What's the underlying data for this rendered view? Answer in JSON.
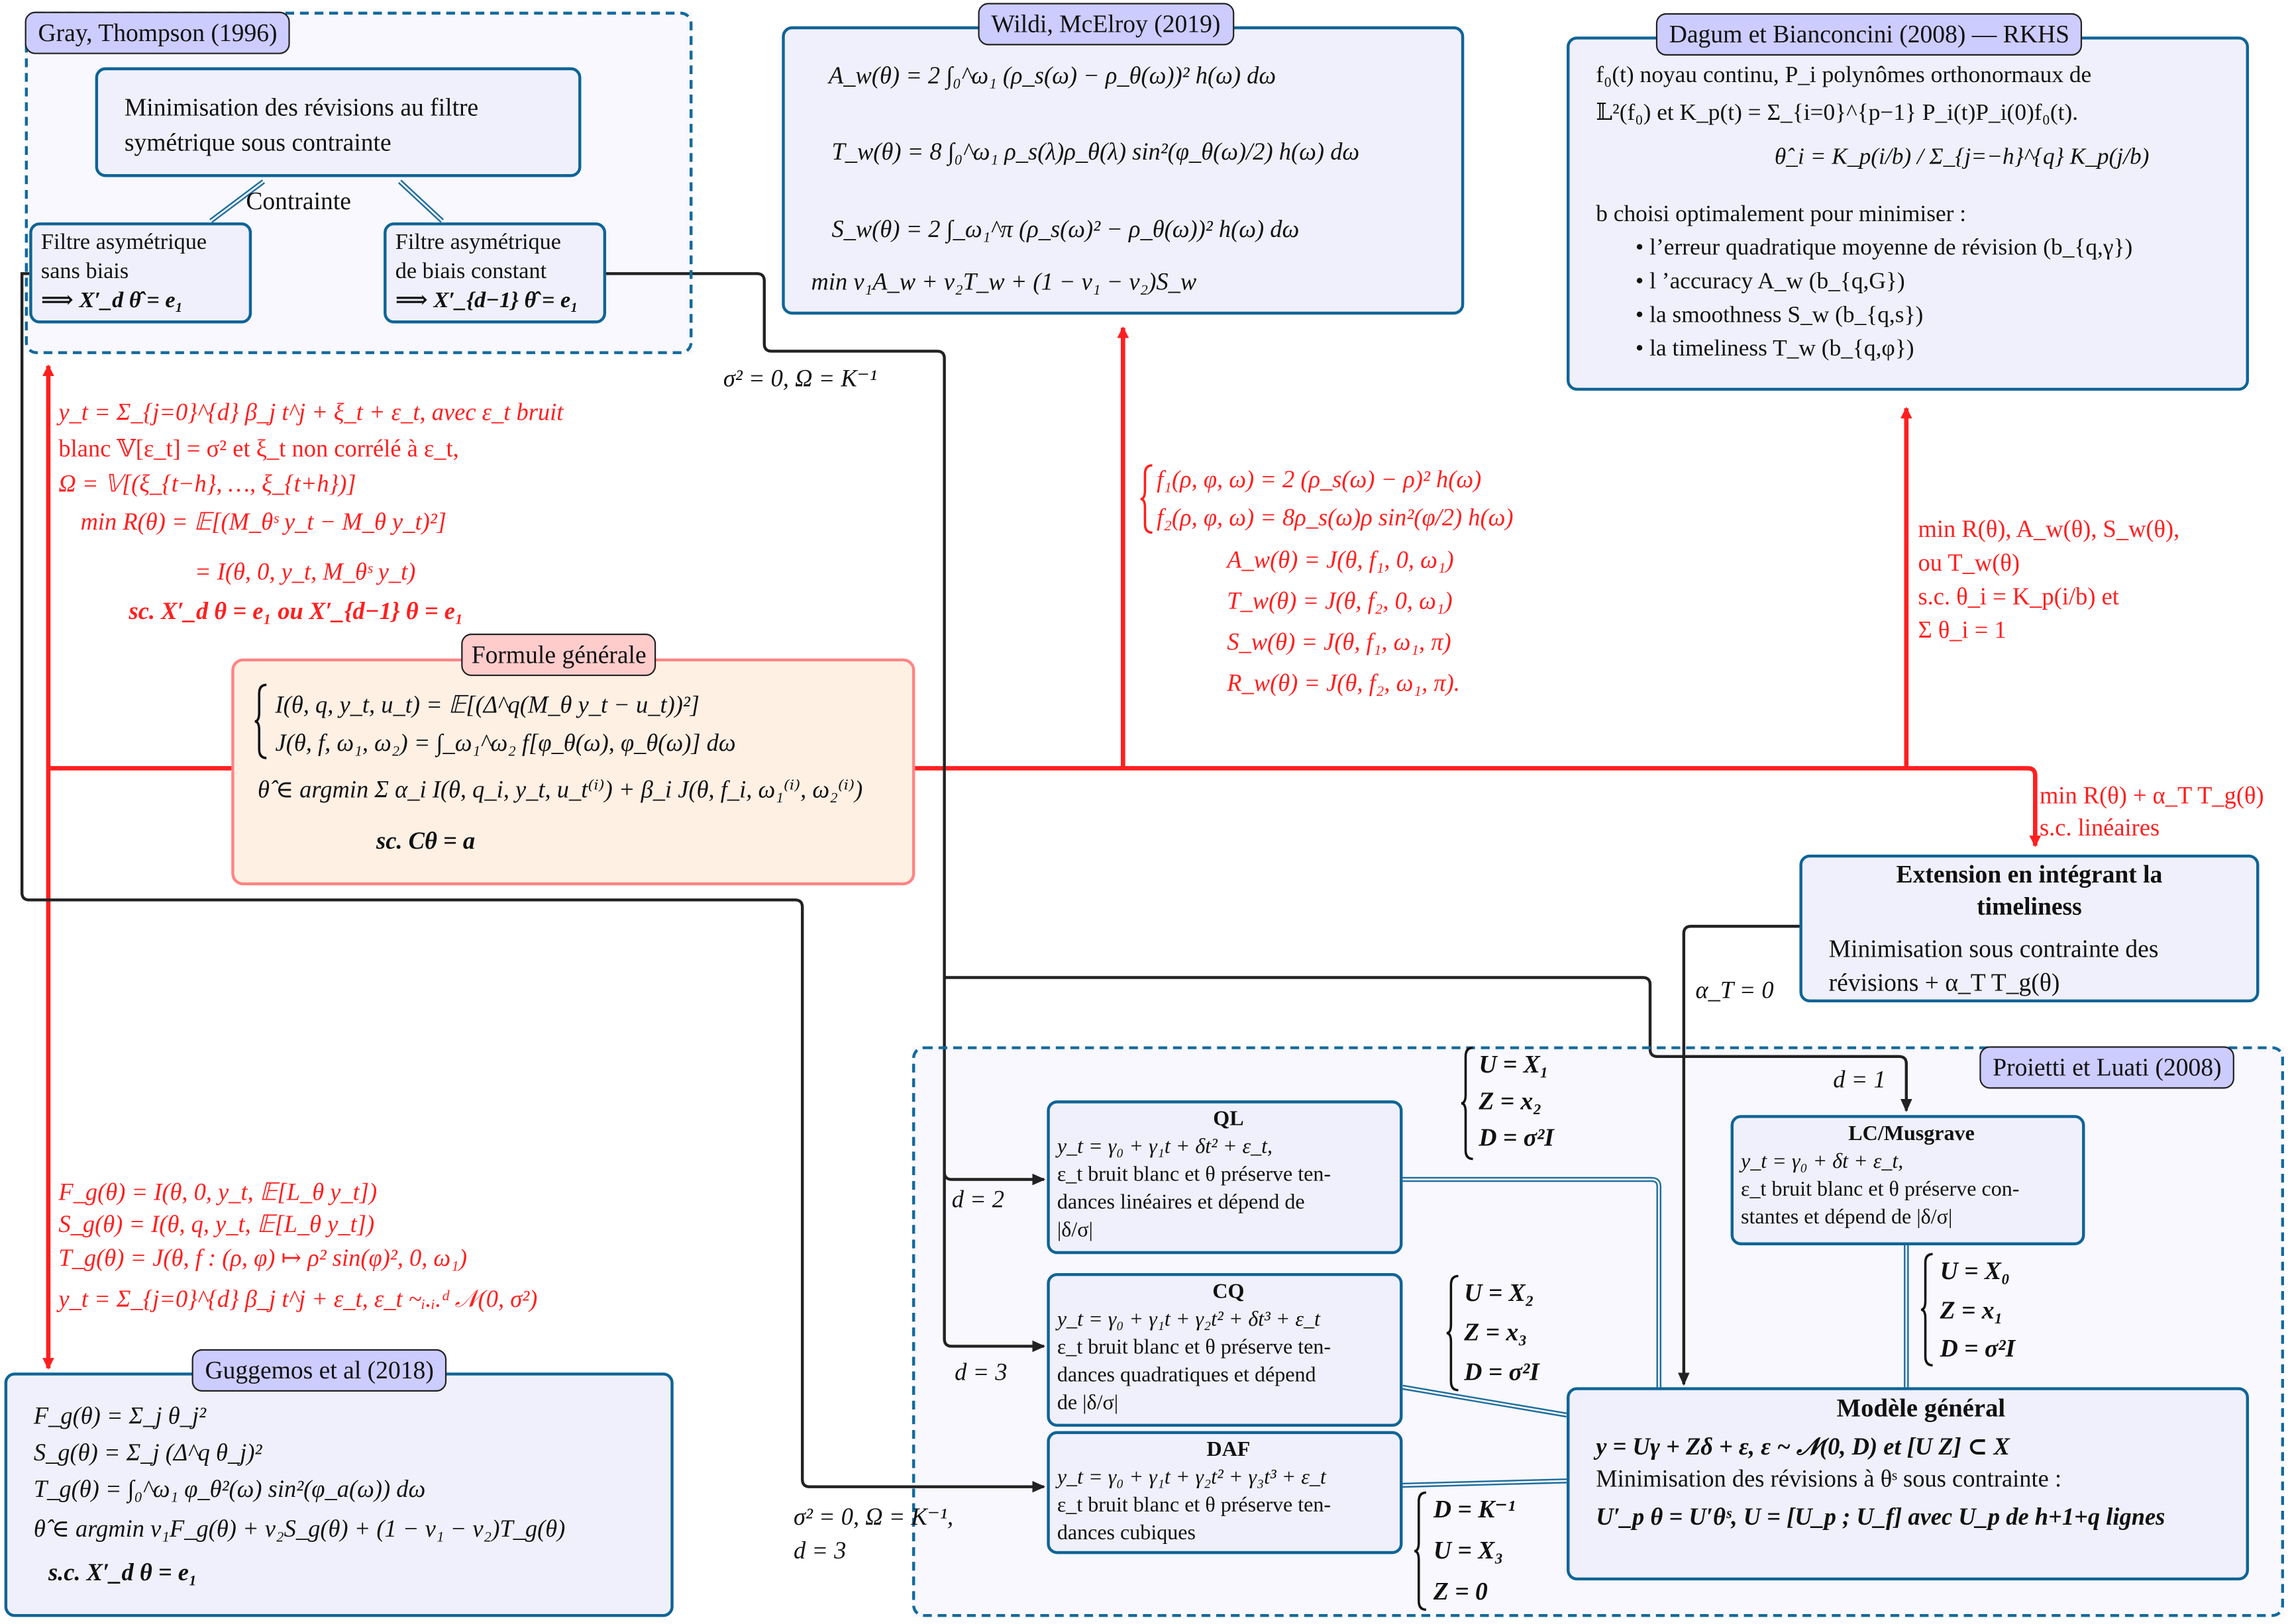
{
  "colors": {
    "accent_blue": "#0f6496",
    "label_fill": "#ccccff",
    "red": "#ff1f1f",
    "formula_border": "#ff8585",
    "formula_fill": "#fff0e4",
    "formula_label_fill": "#ffcccc"
  },
  "gray": {
    "label": "Gray, Thompson (1996)",
    "main": [
      "Minimisation des révisions au filtre",
      "symétrique sous contrainte"
    ],
    "constraint": "Contrainte",
    "left_box": [
      "Filtre asymétrique",
      "sans biais",
      "⟹  X′_d θ̂ = e₁"
    ],
    "right_box": [
      "Filtre asymétrique",
      "de biais constant",
      "⟹  X′_{d−1} θ̂ = e₁"
    ]
  },
  "wildi": {
    "label": "Wildi, McElroy (2019)",
    "lines": [
      "A_w(θ) = 2 ∫₀^ω₁ (ρ_s(ω) − ρ_θ(ω))² h(ω) dω",
      "T_w(θ) = 8 ∫₀^ω₁ ρ_s(λ)ρ_θ(λ) sin²(φ_θ(ω)/2) h(ω) dω",
      "S_w(θ) = 2 ∫_ω₁^π (ρ_s(ω)² − ρ_θ(ω))² h(ω) dω",
      "min ν₁A_w + ν₂T_w + (1 − ν₁ − ν₂)S_w"
    ]
  },
  "dagum": {
    "label": "Dagum et Bianconcini (2008) — RKHS",
    "lines": [
      "f₀(t) noyau continu, P_i polynômes orthonormaux de",
      "𝕃²(f₀) et K_p(t) = Σ_{i=0}^{p−1} P_i(t)P_i(0)f₀(t).",
      "θ̂_i = K_p(i/b) / Σ_{j=−h}^{q} K_p(j/b)",
      "b choisi optimalement pour minimiser :"
    ],
    "bullets": [
      "l’erreur quadratique moyenne de révision (b_{q,γ})",
      "l ’accuracy A_w (b_{q,G})",
      "la smoothness S_w (b_{q,s})",
      "la timeliness T_w (b_{q,φ})"
    ]
  },
  "red_left_top": [
    "y_t = Σ_{j=0}^{d} β_j t^j + ξ_t + ε_t, avec ε_t bruit",
    "blanc 𝕍[ε_t] = σ² et ξ_t non corrélé à ε_t,",
    "Ω = 𝕍[(ξ_{t−h}, …, ξ_{t+h})]",
    "min R(θ) = 𝔼[(M_θˢ y_t − M_θ y_t)²]",
    "= I(θ, 0, y_t, M_θˢ y_t)",
    "sc.   X′_d θ = e₁ ou X′_{d−1} θ = e₁"
  ],
  "red_mid": [
    "f₁(ρ, φ, ω) = 2 (ρ_s(ω) − ρ)² h(ω)",
    "f₂(ρ, φ, ω) = 8ρ_s(ω)ρ sin²(φ/2) h(ω)",
    "A_w(θ) = J(θ, f₁, 0, ω₁)",
    "T_w(θ) = J(θ, f₂, 0, ω₁)",
    "S_w(θ) = J(θ, f₁, ω₁, π)",
    "R_w(θ) = J(θ, f₂, ω₁, π)."
  ],
  "red_right": [
    "min R(θ), A_w(θ), S_w(θ),",
    "ou T_w(θ)",
    "s.c.    θ_i  =  K_p(i/b)  et",
    "Σ θ_i = 1"
  ],
  "red_ext": [
    "min R(θ) + α_T T_g(θ)",
    "s.c.  linéaires"
  ],
  "formule": {
    "label": "Formule générale",
    "lines": [
      "I(θ, q, y_t, u_t) = 𝔼[(Δ^q(M_θ y_t − u_t))²]",
      "J(θ, f, ω₁, ω₂) = ∫_ω₁^ω₂ f[φ_θ(ω), φ_θ(ω)] dω",
      "θ̂ ∈ argmin Σ α_i I(θ, q_i, y_t, u_t⁽ⁱ⁾) + β_i J(θ, f_i, ω₁⁽ⁱ⁾, ω₂⁽ⁱ⁾)",
      "sc.   Cθ = a"
    ]
  },
  "red_left_bottom": [
    "F_g(θ) = I(θ, 0, y_t, 𝔼[L_θ y_t])",
    "S_g(θ) = I(θ, q, y_t, 𝔼[L_θ y_t])",
    "T_g(θ) = J(θ, f : (ρ, φ) ↦ ρ² sin(φ)², 0, ω₁)",
    "y_t = Σ_{j=0}^{d} β_j t^j + ε_t,    ε_t ~ᵢ.ᵢ.ᵈ 𝒩(0, σ²)"
  ],
  "guggemos": {
    "label": "Guggemos et al (2018)",
    "lines": [
      "F_g(θ) = Σ_j θ_j²",
      "S_g(θ) = Σ_j (Δ^q θ_j)²",
      "T_g(θ) = ∫₀^ω₁ φ_θ²(ω) sin²(φ_a(ω)) dω",
      "θ̂ ∈ argmin ν₁F_g(θ) + ν₂S_g(θ) + (1 − ν₁ − ν₂)T_g(θ)",
      "s.c.    X′_d θ = e₁"
    ]
  },
  "extension": {
    "title": [
      "Extension en intégrant la",
      "timeliness"
    ],
    "body": [
      "Minimisation sous contrainte des",
      "révisions + α_T T_g(θ)"
    ]
  },
  "proietti": {
    "label": "Proietti et Luati (2008)"
  },
  "ql": {
    "title": "QL",
    "lines": [
      "y_t = γ₀ + γ₁t + δt² + ε_t,",
      "ε_t bruit blanc et θ préserve ten-",
      "dances linéaires et dépend de",
      "|δ/σ|"
    ]
  },
  "cq": {
    "title": "CQ",
    "lines": [
      "y_t = γ₀ + γ₁t + γ₂t² + δt³ + ε_t",
      "ε_t bruit blanc et θ préserve ten-",
      "dances quadratiques et dépend",
      "de |δ/σ|"
    ]
  },
  "daf": {
    "title": "DAF",
    "lines": [
      "y_t = γ₀ + γ₁t + γ₂t² + γ₃t³ + ε_t",
      "ε_t bruit blanc et θ préserve ten-",
      "dances cubiques"
    ]
  },
  "lc": {
    "title": "LC/Musgrave",
    "lines": [
      "y_t = γ₀ + δt + ε_t,",
      "ε_t bruit blanc et θ préserve con-",
      "stantes et dépend de |δ/σ|"
    ]
  },
  "modele": {
    "title": "Modèle général",
    "lines": [
      "y = Uγ + Zδ + ε,    ε ~ 𝒩(0, D) et [U  Z] ⊂ X",
      "Minimisation des révisions à θˢ sous contrainte :",
      "U′_p θ = U′θˢ,    U = [U_p ; U_f]  avec U_p de h+1+q lignes"
    ]
  },
  "braces": {
    "ql": [
      "U = X₁",
      "Z = x₂",
      "D = σ²I"
    ],
    "cq": [
      "U = X₂",
      "Z = x₃",
      "D = σ²I"
    ],
    "lc": [
      "U = X₀",
      "Z = x₁",
      "D = σ²I"
    ],
    "daf": [
      "D = K⁻¹",
      "U = X₃",
      "Z = 0"
    ]
  },
  "edges": {
    "top_black": "σ² = 0, Ω = K⁻¹",
    "d2": "d = 2",
    "d3": "d = 3",
    "d1": "d = 1",
    "alpha": "α_T = 0",
    "daf_edge": [
      "σ² = 0, Ω = K⁻¹,",
      "d = 3"
    ]
  }
}
